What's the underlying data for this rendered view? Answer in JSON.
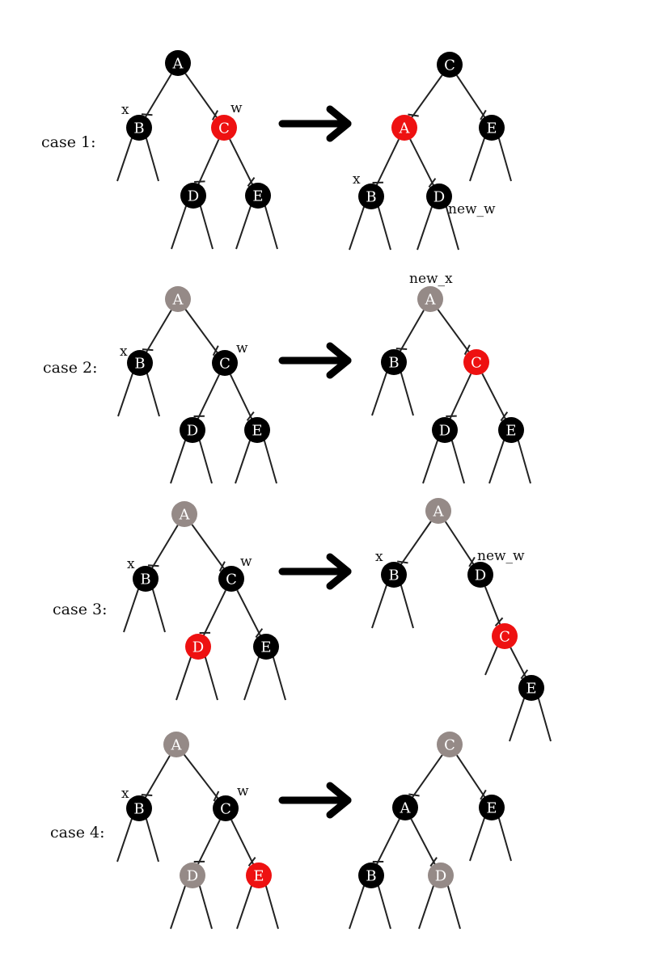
{
  "colors": {
    "black": "#000000",
    "red": "#ee1111",
    "gray": "#958a87",
    "label": "#ffffff"
  },
  "cases": [
    {
      "label": "case 1:",
      "before": {
        "nodes": [
          {
            "id": "A",
            "label": "A",
            "color": "black"
          },
          {
            "id": "B",
            "label": "B",
            "color": "black",
            "note": "x"
          },
          {
            "id": "C",
            "label": "C",
            "color": "red",
            "note": "w"
          },
          {
            "id": "D",
            "label": "D",
            "color": "black"
          },
          {
            "id": "E",
            "label": "E",
            "color": "black"
          }
        ]
      },
      "after": {
        "nodes": [
          {
            "id": "C",
            "label": "C",
            "color": "black"
          },
          {
            "id": "A",
            "label": "A",
            "color": "red"
          },
          {
            "id": "E",
            "label": "E",
            "color": "black"
          },
          {
            "id": "B",
            "label": "B",
            "color": "black",
            "note": "x"
          },
          {
            "id": "D",
            "label": "D",
            "color": "black",
            "note": "new_w"
          }
        ]
      }
    },
    {
      "label": "case 2:",
      "before": {
        "nodes": [
          {
            "id": "A",
            "label": "A",
            "color": "gray"
          },
          {
            "id": "B",
            "label": "B",
            "color": "black",
            "note": "x"
          },
          {
            "id": "C",
            "label": "C",
            "color": "black",
            "note": "w"
          },
          {
            "id": "D",
            "label": "D",
            "color": "black"
          },
          {
            "id": "E",
            "label": "E",
            "color": "black"
          }
        ]
      },
      "after": {
        "nodes": [
          {
            "id": "A",
            "label": "A",
            "color": "gray",
            "note": "new_x"
          },
          {
            "id": "B",
            "label": "B",
            "color": "black"
          },
          {
            "id": "C",
            "label": "C",
            "color": "red"
          },
          {
            "id": "D",
            "label": "D",
            "color": "black"
          },
          {
            "id": "E",
            "label": "E",
            "color": "black"
          }
        ]
      }
    },
    {
      "label": "case 3:",
      "before": {
        "nodes": [
          {
            "id": "A",
            "label": "A",
            "color": "gray"
          },
          {
            "id": "B",
            "label": "B",
            "color": "black",
            "note": "x"
          },
          {
            "id": "C",
            "label": "C",
            "color": "black",
            "note": "w"
          },
          {
            "id": "D",
            "label": "D",
            "color": "red"
          },
          {
            "id": "E",
            "label": "E",
            "color": "black"
          }
        ]
      },
      "after": {
        "nodes": [
          {
            "id": "A",
            "label": "A",
            "color": "gray"
          },
          {
            "id": "B",
            "label": "B",
            "color": "black",
            "note": "x"
          },
          {
            "id": "D",
            "label": "D",
            "color": "black",
            "note": "new_w"
          },
          {
            "id": "C",
            "label": "C",
            "color": "red"
          },
          {
            "id": "E",
            "label": "E",
            "color": "black"
          }
        ]
      }
    },
    {
      "label": "case 4:",
      "before": {
        "nodes": [
          {
            "id": "A",
            "label": "A",
            "color": "gray"
          },
          {
            "id": "B",
            "label": "B",
            "color": "black",
            "note": "x"
          },
          {
            "id": "C",
            "label": "C",
            "color": "black",
            "note": "w"
          },
          {
            "id": "D",
            "label": "D",
            "color": "gray"
          },
          {
            "id": "E",
            "label": "E",
            "color": "red"
          }
        ]
      },
      "after": {
        "nodes": [
          {
            "id": "C",
            "label": "C",
            "color": "gray"
          },
          {
            "id": "A",
            "label": "A",
            "color": "black"
          },
          {
            "id": "E",
            "label": "E",
            "color": "black"
          },
          {
            "id": "B",
            "label": "B",
            "color": "black"
          },
          {
            "id": "D",
            "label": "D",
            "color": "gray"
          }
        ]
      }
    }
  ]
}
